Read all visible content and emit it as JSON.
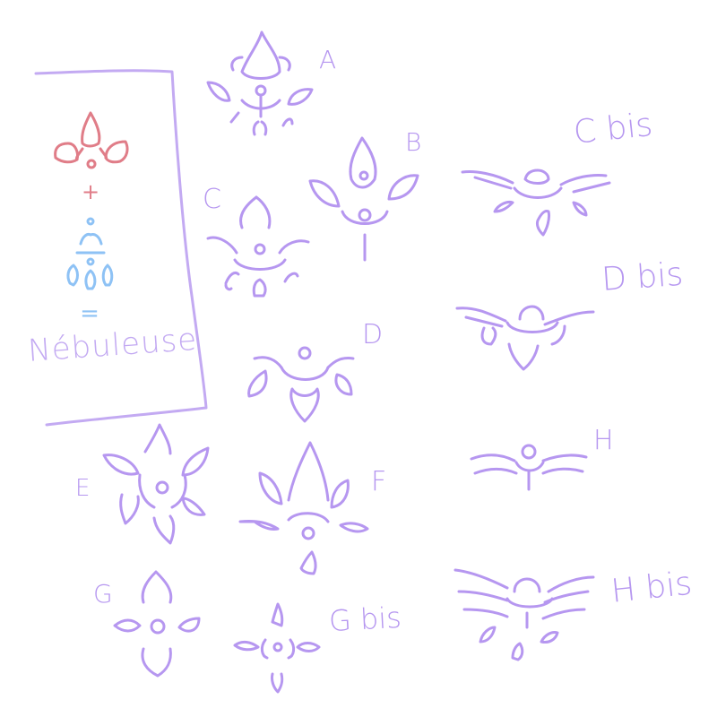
{
  "colors": {
    "violet": "#b697f0",
    "violet_dark": "#a27ff0",
    "red": "#e07d88",
    "blue": "#8ec2f5",
    "frame": "#c3aaf2",
    "background": "#ffffff"
  },
  "legend": {
    "plus": "+",
    "equals": "=",
    "name": "Nébuleuse"
  },
  "labels": {
    "A": "A",
    "B": "B",
    "C": "C",
    "D": "D",
    "E": "E",
    "F": "F",
    "G": "G",
    "G_bis": "G bis",
    "H": "H",
    "C_bis": "C bis",
    "D_bis": "D bis",
    "H_bis": "H bis"
  }
}
